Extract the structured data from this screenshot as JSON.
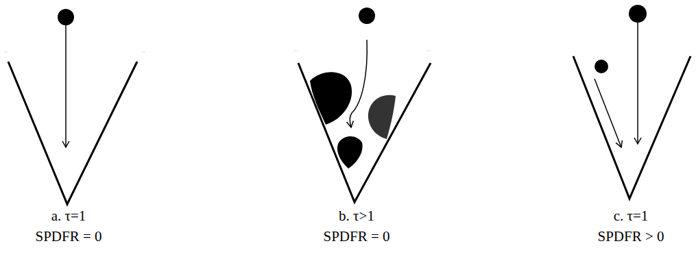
{
  "diagram": {
    "labels": [
      "a. τ=1",
      "SPDFR = 0",
      "b. τ>1",
      "SPDFR = 0",
      "c. τ=1",
      "SPDFR > 0"
    ]
  }
}
